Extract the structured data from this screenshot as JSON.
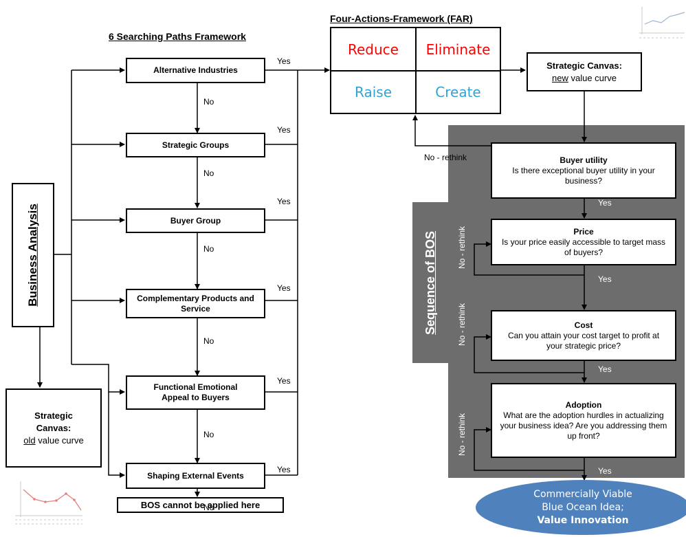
{
  "six_paths": {
    "title": "6 Searching  Paths Framework",
    "steps": [
      {
        "label": "Alternative Industries"
      },
      {
        "label": "Strategic Groups"
      },
      {
        "label": "Buyer Group"
      },
      {
        "label": "Complementary Products and Service"
      },
      {
        "label": "Functional Emotional Appeal to Buyers"
      },
      {
        "label": "Shaping External Events"
      }
    ],
    "yes_label": "Yes",
    "no_label": "No",
    "end_box": "BOS cannot be applied here"
  },
  "business_analysis": "Business Analysis",
  "old_canvas": {
    "line1": "Strategic",
    "line2": "Canvas:",
    "underlined": "old",
    "rest": " value curve"
  },
  "far": {
    "title": "Four-Actions-Framework  (FAR)",
    "reduce": "Reduce",
    "eliminate": "Eliminate",
    "raise": "Raise",
    "create": "Create"
  },
  "new_canvas": {
    "title": "Strategic Canvas:",
    "underlined": "new",
    "rest": " value curve"
  },
  "bos": {
    "sequence_label": "Sequence of BOS",
    "no_rethink_label": "No - rethink",
    "yes_label": "Yes",
    "steps": [
      {
        "title": "Buyer utility",
        "text": "Is there exceptional buyer utility in your business?"
      },
      {
        "title": "Price",
        "text": "Is your price easily accessible to target mass of buyers?"
      },
      {
        "title": "Cost",
        "text": "Can you attain your cost target to profit at your strategic price?"
      },
      {
        "title": "Adoption",
        "text": "What are the adoption hurdles in actualizing your business idea? Are you addressing them up front?"
      }
    ]
  },
  "outcome": {
    "line1": "Commercially Viable",
    "line2": "Blue Ocean Idea;",
    "line3": "Value Innovation"
  },
  "colors": {
    "bos_panel": "#6d6d6d",
    "reduce": "#ff0000",
    "eliminate": "#ff0000",
    "raise": "#31a3d6",
    "create": "#31a3d6",
    "outcome_fill": "#4f81bd"
  }
}
